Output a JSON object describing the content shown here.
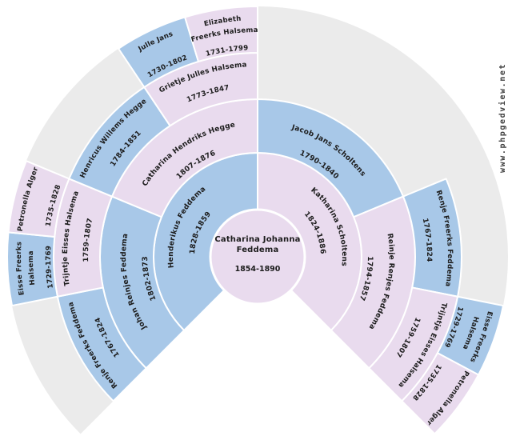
{
  "page": {
    "background": "#ffffff",
    "watermark": "www.phpgedview.net"
  },
  "colors": {
    "male": "#a8c8e8",
    "female": "#e9dbee",
    "empty": "#ebebeb",
    "separator": "#ffffff",
    "text": "#1c1c1c",
    "watermark_text": "#3d3d3d"
  },
  "fan": {
    "type": "pedigree-fan-chart",
    "generations": 5,
    "sweep_degrees": 270,
    "center": {
      "ahnentafel": 1,
      "name_lines": [
        "Catharina Johanna",
        "Feddema"
      ],
      "dates": "1854-1890",
      "sex": "F"
    },
    "rings": [
      {
        "segments": [
          {
            "ahnentafel": 2,
            "name_lines": [
              "Henderikus Feddema"
            ],
            "dates": "1828-1859",
            "sex": "M"
          },
          {
            "ahnentafel": 3,
            "name_lines": [
              "Katharina Scholtens"
            ],
            "dates": "1824-1886",
            "sex": "F"
          }
        ]
      },
      {
        "segments": [
          {
            "ahnentafel": 4,
            "name_lines": [
              "Johan Reinjes Feddema"
            ],
            "dates": "1802-1873",
            "sex": "M"
          },
          {
            "ahnentafel": 5,
            "name_lines": [
              "Catharina Hendriks Hegge"
            ],
            "dates": "1807-1876",
            "sex": "F"
          },
          {
            "ahnentafel": 6,
            "name_lines": [
              "Jacob Jans Scholtens"
            ],
            "dates": "1790-1840",
            "sex": "M"
          },
          {
            "ahnentafel": 7,
            "name_lines": [
              "Reinje Renjes Feddema"
            ],
            "dates": "1794-1857",
            "sex": "F"
          }
        ]
      },
      {
        "segments": [
          {
            "ahnentafel": 8,
            "name_lines": [
              "Renje Freerks Feddema"
            ],
            "dates": "1767-1824",
            "sex": "M"
          },
          {
            "ahnentafel": 9,
            "name_lines": [
              "Trijntje Eisses Halsema"
            ],
            "dates": "1759-1807",
            "sex": "F"
          },
          {
            "ahnentafel": 10,
            "name_lines": [
              "Henricus Willems Hegge"
            ],
            "dates": "1784-1851",
            "sex": "M"
          },
          {
            "ahnentafel": 11,
            "name_lines": [
              "Grietje Julles Halsema"
            ],
            "dates": "1773-1847",
            "sex": "F"
          },
          {
            "ahnentafel": 12,
            "empty": true
          },
          {
            "ahnentafel": 13,
            "empty": true
          },
          {
            "ahnentafel": 14,
            "name_lines": [
              "Renje Freerks Feddema"
            ],
            "dates": "1767-1824",
            "sex": "M"
          },
          {
            "ahnentafel": 15,
            "name_lines": [
              "Trijntje Eisses Halsema"
            ],
            "dates": "1759-1807",
            "sex": "F"
          }
        ]
      },
      {
        "segments": [
          {
            "ahnentafel": 16,
            "empty": true
          },
          {
            "ahnentafel": 17,
            "empty": true
          },
          {
            "ahnentafel": 18,
            "name_lines": [
              "Eisse Freerks",
              "Halsema"
            ],
            "dates": "1729-1769",
            "sex": "M"
          },
          {
            "ahnentafel": 19,
            "name_lines": [
              "Petronella Alger"
            ],
            "dates": "1735-1828",
            "sex": "F"
          },
          {
            "ahnentafel": 20,
            "empty": true
          },
          {
            "ahnentafel": 21,
            "empty": true
          },
          {
            "ahnentafel": 22,
            "name_lines": [
              "Julle Jans"
            ],
            "dates": "1730-1802",
            "sex": "M"
          },
          {
            "ahnentafel": 23,
            "name_lines": [
              "Elizabeth",
              "Freerks Halsema"
            ],
            "dates": "1731-1799",
            "sex": "F"
          },
          {
            "ahnentafel": 24,
            "empty": true
          },
          {
            "ahnentafel": 25,
            "empty": true
          },
          {
            "ahnentafel": 26,
            "empty": true
          },
          {
            "ahnentafel": 27,
            "empty": true
          },
          {
            "ahnentafel": 28,
            "empty": true
          },
          {
            "ahnentafel": 29,
            "empty": true
          },
          {
            "ahnentafel": 30,
            "name_lines": [
              "Eisse Freerks",
              "Halsema"
            ],
            "dates": "1729-1769",
            "sex": "M"
          },
          {
            "ahnentafel": 31,
            "name_lines": [
              "Petronella Alger"
            ],
            "dates": "1735-1828",
            "sex": "F"
          }
        ]
      }
    ]
  }
}
